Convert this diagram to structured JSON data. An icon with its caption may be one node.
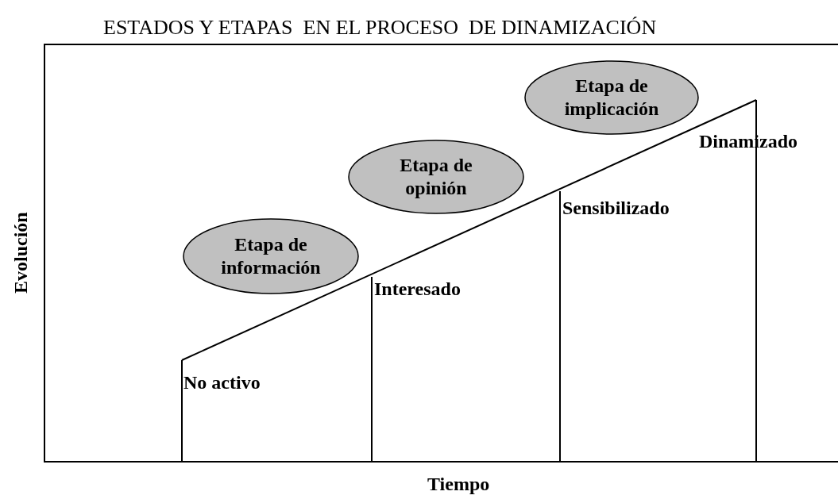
{
  "diagram": {
    "title": "ESTADOS Y ETAPAS  EN EL PROCESO  DE DINAMIZACIÓN",
    "nodes": [
      {
        "text": [
          "Etapa de implicación"
        ]
      },
      {
        "text": [
          "Etapa de opinión"
        ]
      },
      {
        "text": [
          "Etapa de información"
        ]
      }
    ],
    "labels": [
      "Dinamizado",
      "Sensibilizado",
      "Evolución",
      "Interesado",
      "No activo",
      "Tiempo"
    ]
  }
}
